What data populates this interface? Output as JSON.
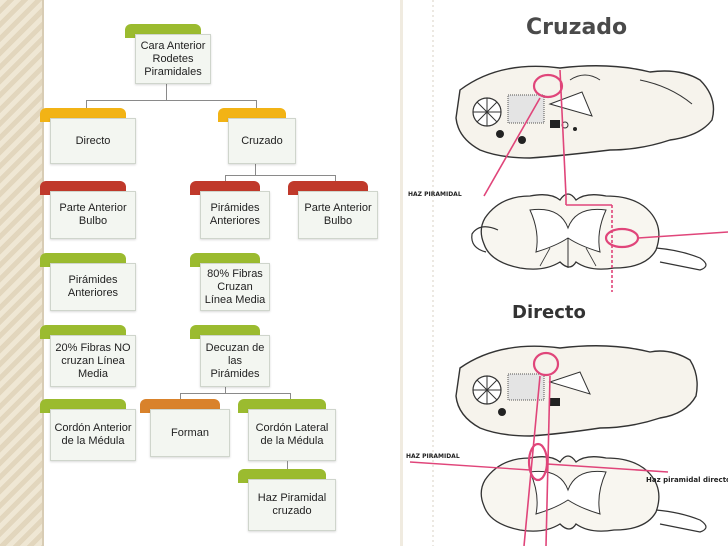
{
  "tree": {
    "root": "Cara Anterior Rodetes Piramidales",
    "directo": {
      "label": "Directo",
      "n1": "Parte Anterior Bulbo",
      "n2": "Pirámides Anteriores",
      "n3": "20% Fibras NO cruzan Línea Media",
      "n4": "Cordón Anterior de la Médula"
    },
    "cruzado": {
      "label": "Cruzado",
      "piramides": "Pirámides Anteriores",
      "bulbo": "Parte Anterior Bulbo",
      "fibras": "80% Fibras Cruzan Línea Media",
      "decuzan": "Decuzan de las Pirámides",
      "forman": "Forman",
      "cordon_lateral": "Cordón Lateral  de la Médula",
      "haz": "Haz Piramidal cruzado"
    }
  },
  "figures": {
    "top_title": "Cruzado",
    "top_label": "HAZ PIRAMIDAL",
    "bottom_title": "Directo",
    "bottom_label_left": "HAZ PIRAMIDAL",
    "bottom_label_right": "Haz  piramidal directo"
  },
  "colors": {
    "green_tab": "#9bbb2f",
    "yellow_tab": "#f2b315",
    "red_tab": "#c0392b",
    "orange_tab": "#d9822b",
    "annotation": "#e0457a"
  }
}
